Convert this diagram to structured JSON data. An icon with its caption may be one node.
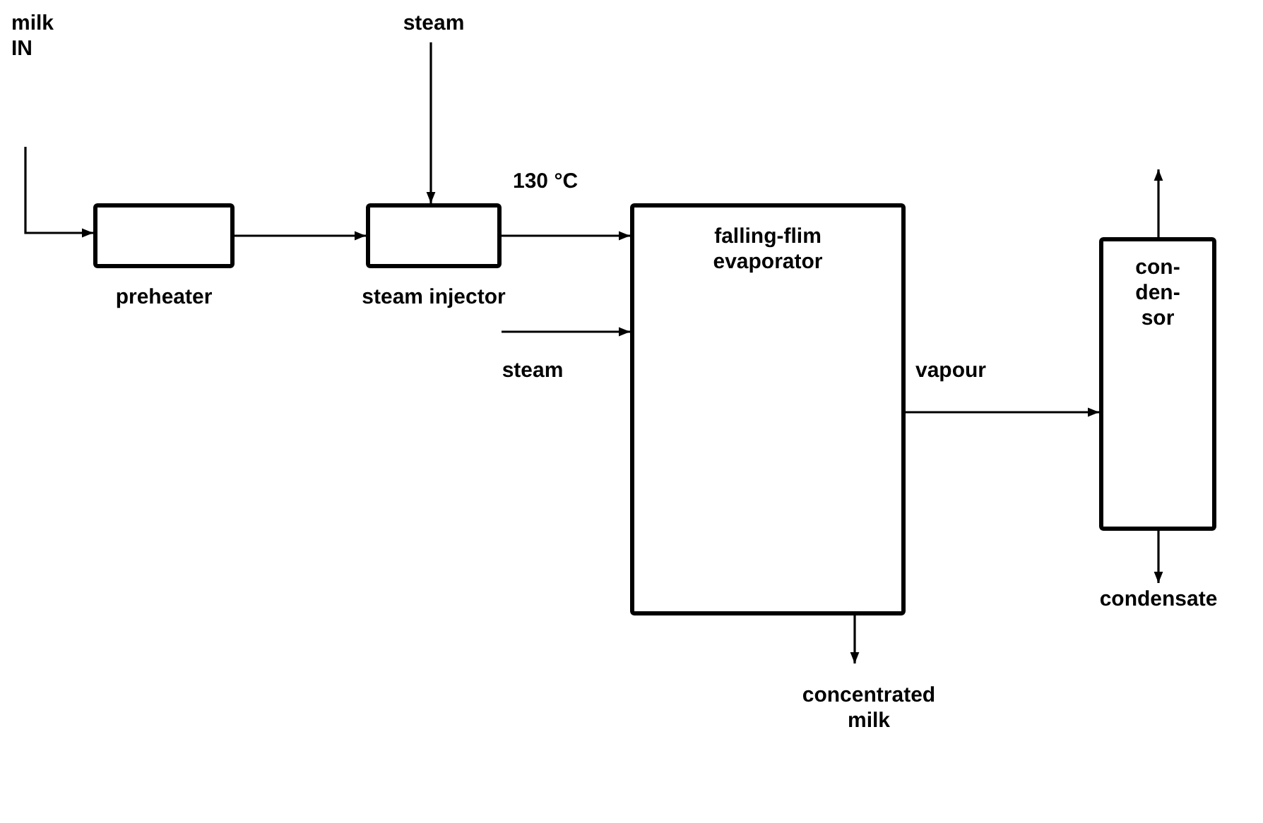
{
  "diagram": {
    "nodes": [
      {
        "text": [
          "milk IN"
        ]
      },
      {
        "text": [],
        "shape": "box",
        "beside": [
          "preheater"
        ]
      },
      {
        "text": [],
        "shape": "box",
        "beside": [
          "steam injector"
        ]
      },
      {
        "text": [
          "steam"
        ]
      },
      {
        "text": [
          "falling-flim evaporator"
        ]
      },
      {
        "text": [
          "steam"
        ]
      },
      {
        "text": [
          "con- den- sor"
        ]
      },
      {
        "text": [
          "concentrated milk"
        ]
      },
      {
        "text": [
          "condensate"
        ]
      }
    ],
    "edges": [
      {
        "from": 0,
        "to": 1,
        "arrow": "to"
      },
      {
        "from": 1,
        "to": 2,
        "arrow": "to"
      },
      {
        "from": 3,
        "to": 2,
        "arrow": "to"
      },
      {
        "from": 2,
        "to": 4,
        "arrow": "to",
        "label": "130 °C"
      },
      {
        "from": 5,
        "to": 4,
        "arrow": "to"
      },
      {
        "from": 4,
        "to": 6,
        "arrow": "to",
        "label": "vapour"
      },
      {
        "from": 4,
        "to": 7,
        "arrow": "to"
      },
      {
        "from": 6,
        "to": 8,
        "arrow": "to"
      },
      {
        "from": 6,
        "to": null,
        "arrow": "to"
      }
    ]
  }
}
